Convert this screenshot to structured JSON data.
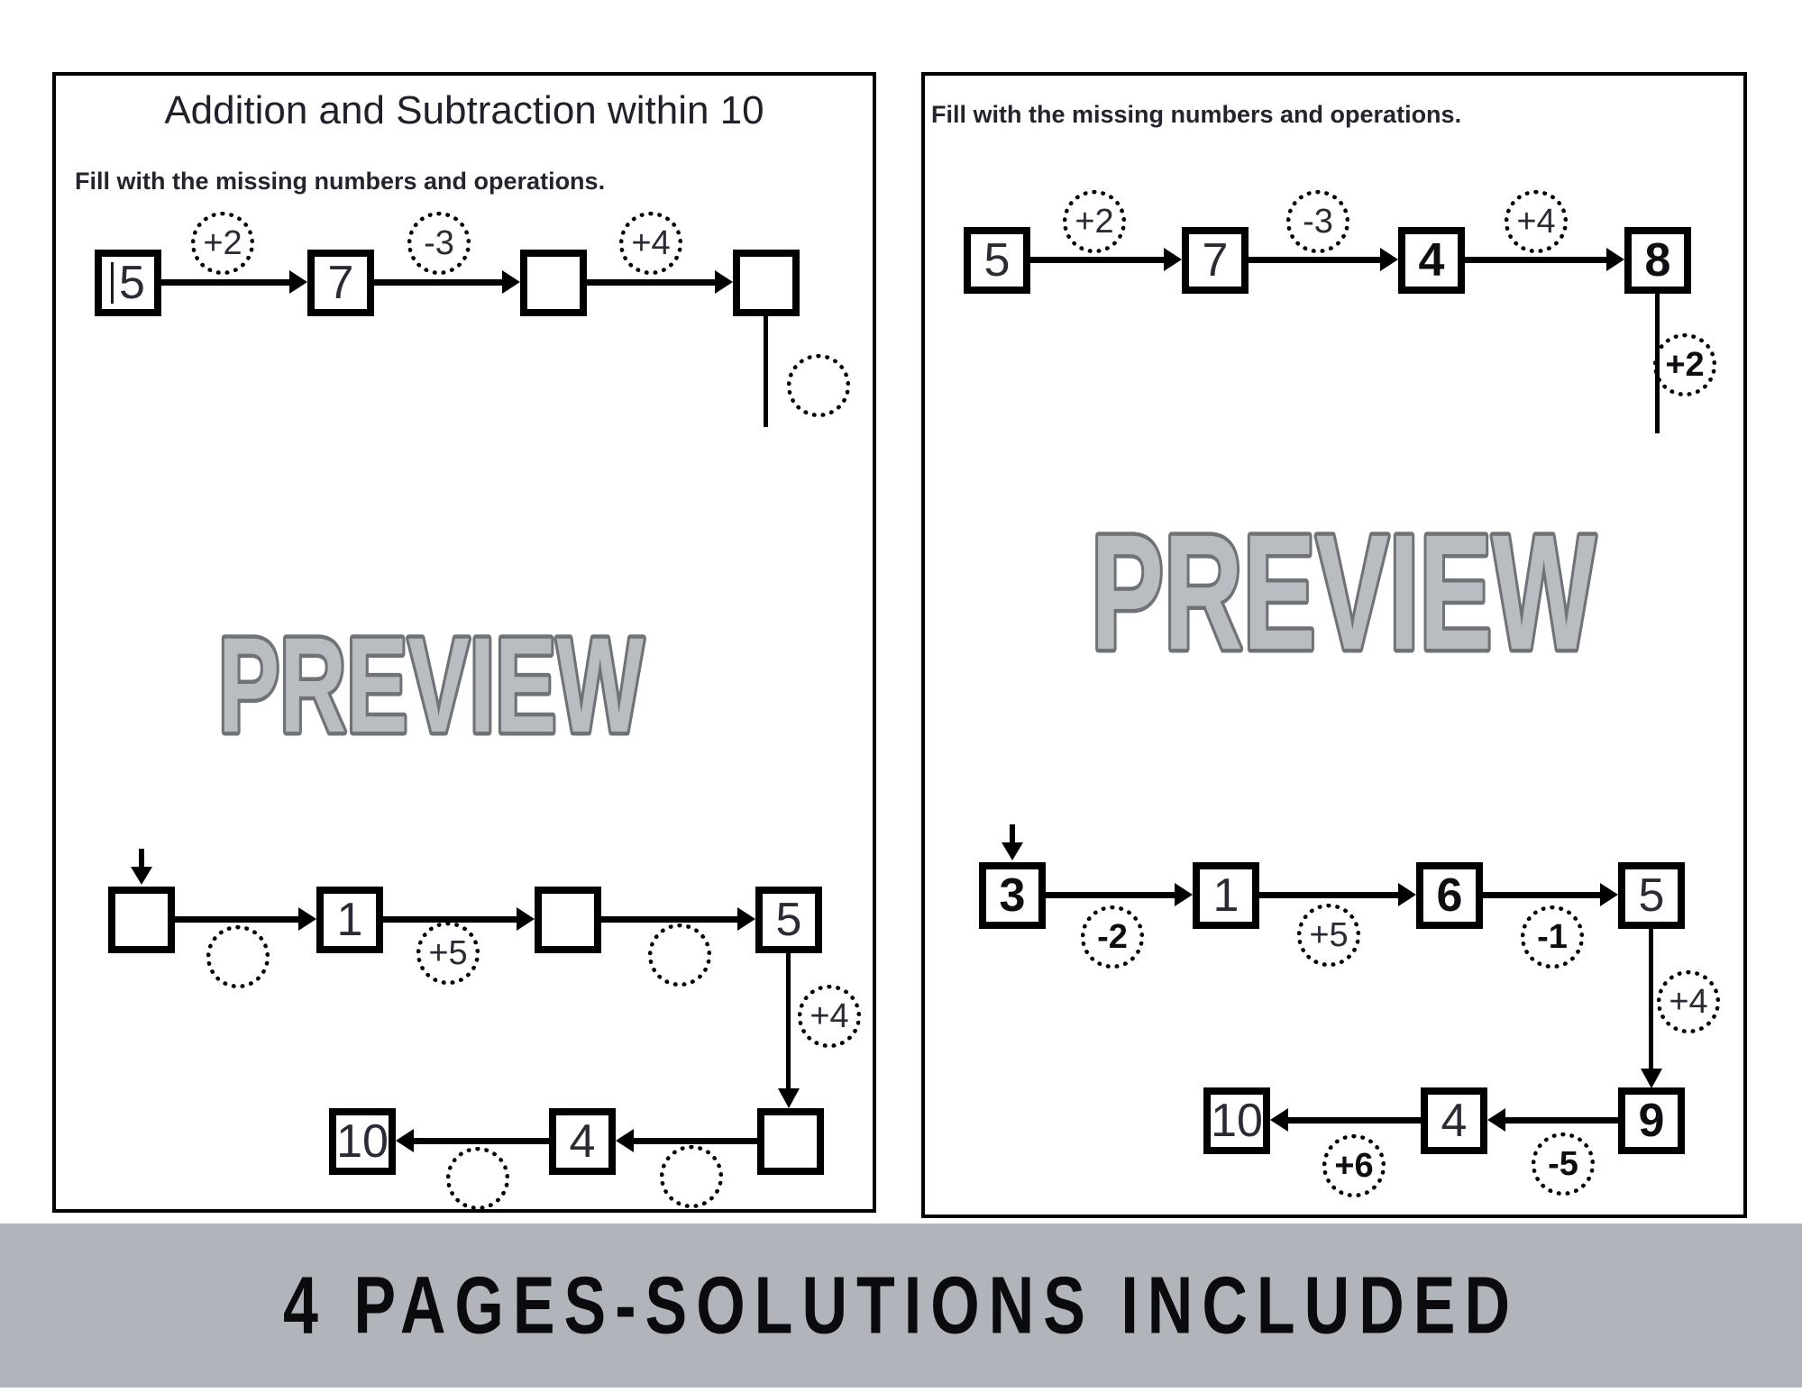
{
  "left_page": {
    "title": "Addition and Subtraction within 10",
    "instruction": "Fill with the missing numbers and operations.",
    "watermark": "PREVIEW",
    "chain1": {
      "b1": "5",
      "op1": "+2",
      "b2": "7",
      "op2": "-3",
      "b3": "",
      "op3": "+4",
      "b4": "",
      "drop_op": ""
    },
    "chain2": {
      "b1": "",
      "c1": "",
      "b2": "1",
      "c2": "+5",
      "b3": "",
      "c3": "",
      "b4": "5",
      "drop_op": "+4",
      "b5": "",
      "c4": "",
      "b6": "4",
      "c5": "",
      "b7": "10"
    }
  },
  "right_page": {
    "instruction": "Fill with the missing numbers and operations.",
    "watermark": "PREVIEW",
    "chain1": {
      "b1": "5",
      "op1": "+2",
      "b2": "7",
      "op2": "-3",
      "b3": "4",
      "op3": "+4",
      "b4": "8",
      "drop_op": "+2"
    },
    "chain2": {
      "b1": "3",
      "c1": "-2",
      "b2": "1",
      "c2": "+5",
      "b3": "6",
      "c3": "-1",
      "b4": "5",
      "drop_op": "+4",
      "b5": "9",
      "c4": "-5",
      "b6": "4",
      "c5": "+6",
      "b7": "10"
    }
  },
  "banner": {
    "text": "4 PAGES-SOLUTIONS INCLUDED"
  },
  "colors": {
    "banner_bg": "#b1b5bb",
    "watermark_fill": "#b9bdc2",
    "watermark_outline": "#6f7377",
    "graphics_ink": "#000000",
    "text_ink": "#23242e"
  }
}
